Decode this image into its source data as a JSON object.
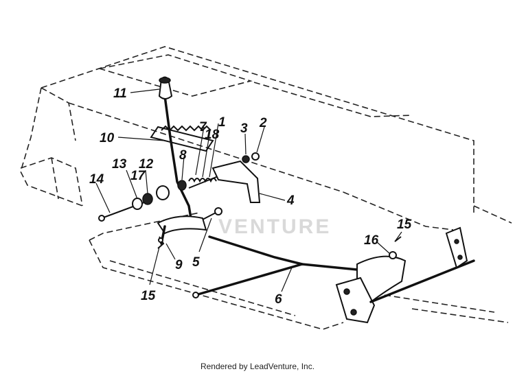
{
  "diagram": {
    "watermark": "VENTURE",
    "callouts": [
      "1",
      "2",
      "3",
      "4",
      "5",
      "6",
      "7",
      "8",
      "9",
      "10",
      "11",
      "12",
      "13",
      "14",
      "15",
      "15",
      "16",
      "17",
      "18"
    ]
  },
  "footer": {
    "text": "Rendered by LeadVenture, Inc."
  }
}
